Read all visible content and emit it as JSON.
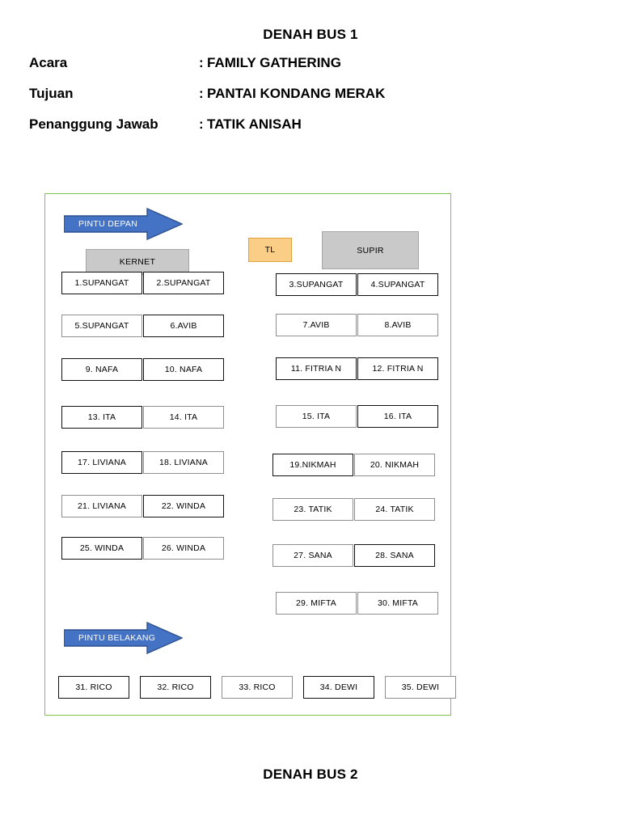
{
  "document": {
    "title": "DENAH BUS 1",
    "bottom_title": "DENAH BUS 2"
  },
  "header": {
    "rows": [
      {
        "label": "Acara",
        "separator": ":",
        "value": "FAMILY GATHERING"
      },
      {
        "label": "Tujuan",
        "separator": ":",
        "value": "PANTAI KONDANG MERAK"
      },
      {
        "label": "Penanggung Jawab",
        "separator": ":",
        "value": "TATIK ANISAH"
      }
    ]
  },
  "diagram": {
    "border_color": "#7ec24a",
    "doors": {
      "front": {
        "label": "PINTU DEPAN",
        "color": "#4472c4"
      },
      "rear": {
        "label": "PINTU BELAKANG",
        "color": "#4472c4"
      }
    },
    "roles": {
      "kernet": {
        "label": "KERNET",
        "color": "#c9c9c9"
      },
      "tl": {
        "label": "TL",
        "color": "#fbce87"
      },
      "supir": {
        "label": "SUPIR",
        "color": "#c9c9c9"
      }
    },
    "left_column": [
      {
        "left": "1.SUPANGAT",
        "right": "2.SUPANGAT"
      },
      {
        "left": "5.SUPANGAT",
        "right": "6.AVIB"
      },
      {
        "left": "9. NAFA",
        "right": "10. NAFA"
      },
      {
        "left": "13. ITA",
        "right": "14. ITA"
      },
      {
        "left": "17. LIVIANA",
        "right": "18. LIVIANA"
      },
      {
        "left": "21. LIVIANA",
        "right": "22. WINDA"
      },
      {
        "left": "25. WINDA",
        "right": "26. WINDA"
      }
    ],
    "right_column": [
      {
        "left": "3.SUPANGAT",
        "right": "4.SUPANGAT"
      },
      {
        "left": "7.AVIB",
        "right": "8.AVIB"
      },
      {
        "left": "11. FITRIA N",
        "right": "12. FITRIA N"
      },
      {
        "left": "15. ITA",
        "right": "16. ITA"
      },
      {
        "left": "19.NIKMAH",
        "right": "20. NIKMAH"
      },
      {
        "left": "23. TATIK",
        "right": "24. TATIK"
      },
      {
        "left": "27. SANA",
        "right": "28. SANA"
      },
      {
        "left": "29. MIFTA",
        "right": "30. MIFTA"
      }
    ],
    "back_row": [
      "31. RICO",
      "32. RICO",
      "33. RICO",
      "34. DEWI",
      "35. DEWI"
    ]
  }
}
